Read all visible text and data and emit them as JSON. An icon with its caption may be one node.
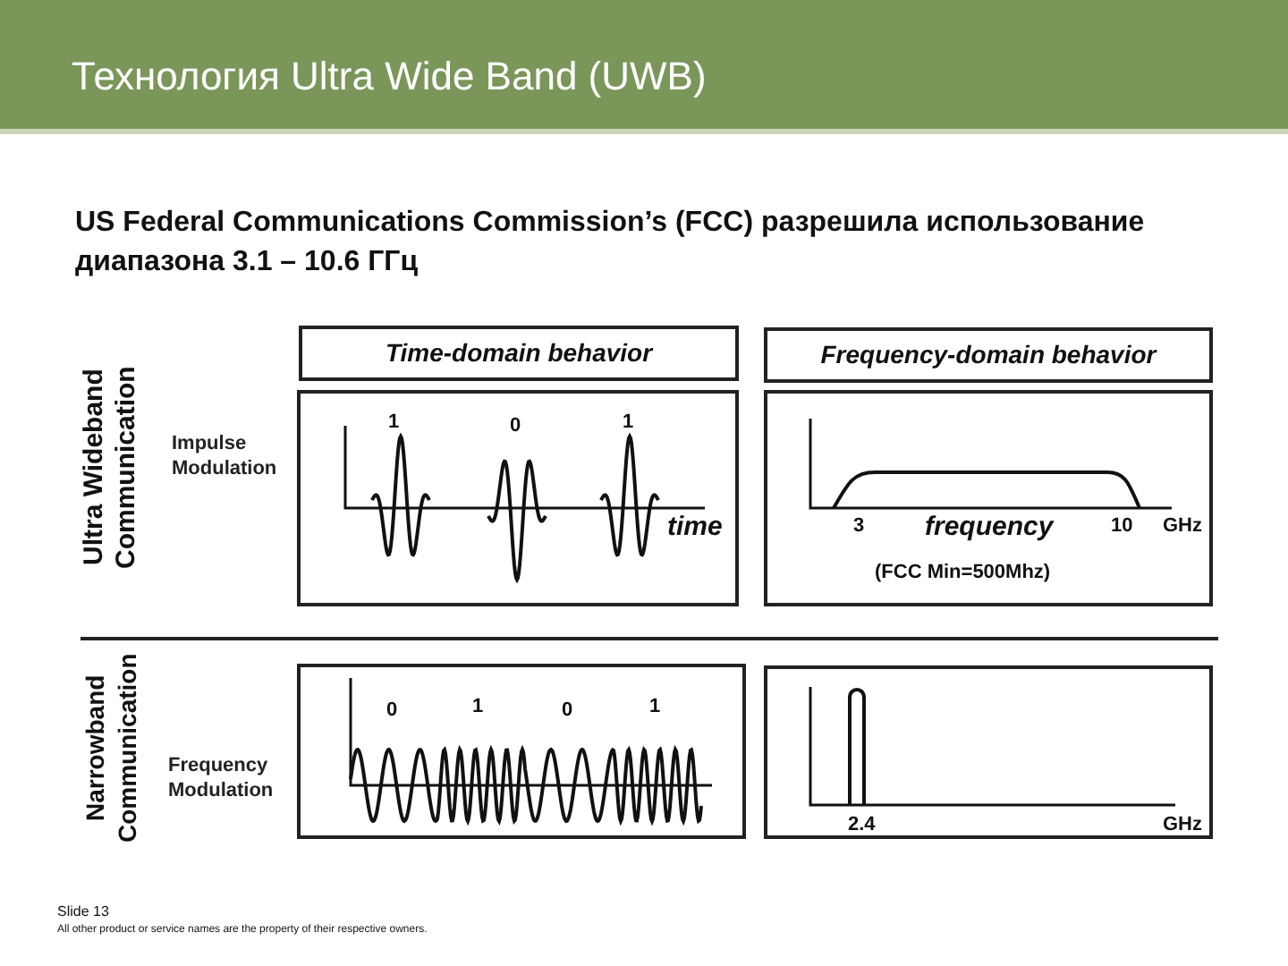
{
  "diagram": {
    "title": "Технология Ultra Wide Band (UWB)",
    "nodes": [
      {
        "text": [
          "Time-domain behavior"
        ]
      },
      {
        "text": [
          "Frequency-domain behavior"
        ]
      },
      {
        "text": [
          "1",
          "0",
          "1",
          "time"
        ]
      },
      {
        "text": [
          "3",
          "frequency",
          "10",
          "GHz",
          "(FCC Min=500Mhz)"
        ]
      },
      {
        "text": [
          "0",
          "1",
          "0",
          "1"
        ]
      },
      {
        "text": [
          "2.4",
          "GHz"
        ]
      }
    ],
    "edges": [],
    "labels": [
      "US Federal Communications Commission’s (FCC) разрешила использование диапазона 3.1 – 10.6 ГГц",
      "Ultra Wideband Communication",
      "Impulse Modulation",
      "Narrowband Communication",
      "Frequency Modulation",
      "Slide 13",
      "All other product or service names are the property of their respective owners."
    ]
  }
}
